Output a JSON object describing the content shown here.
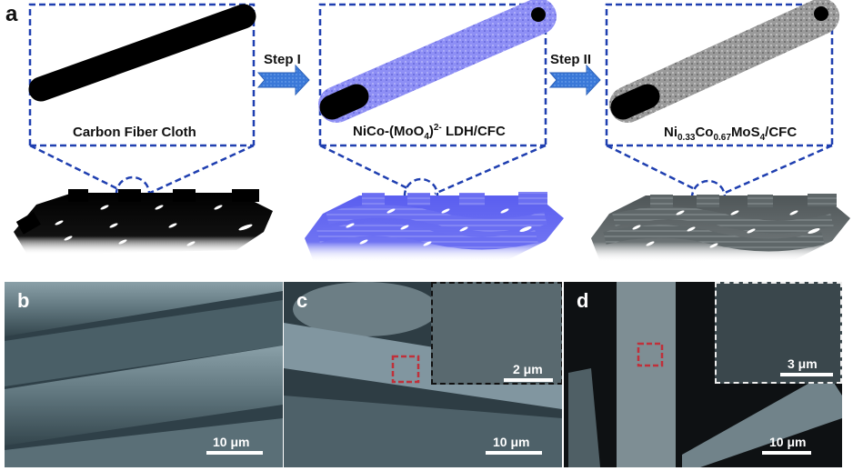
{
  "figure": {
    "panel_a": {
      "letter": "a",
      "stages": [
        {
          "label": "Carbon Fiber Cloth",
          "color": "#000000"
        },
        {
          "label_main": "NiCo-(MoO",
          "label_sub": "4",
          "label_paren": ")",
          "label_sup": "2-",
          "label_tail": " LDH/CFC",
          "color": "#7b7cf2"
        },
        {
          "label_p1": "Ni",
          "label_s1": "0.33",
          "label_p2": "Co",
          "label_s2": "0.67",
          "label_p3": "MoS",
          "label_s3": "4",
          "label_p4": "/CFC",
          "color": "#8a8a8a"
        }
      ],
      "steps": [
        {
          "label": "Step I"
        },
        {
          "label": "Step II"
        }
      ],
      "dash_color": "#1f3fb0",
      "arrow_color": "#3a78d8"
    },
    "panel_b": {
      "letter": "b",
      "scale": "10 μm"
    },
    "panel_c": {
      "letter": "c",
      "scale": "10 μm",
      "inset_scale": "2 μm"
    },
    "panel_d": {
      "letter": "d",
      "scale": "10 μm",
      "inset_scale": "3 μm"
    }
  }
}
